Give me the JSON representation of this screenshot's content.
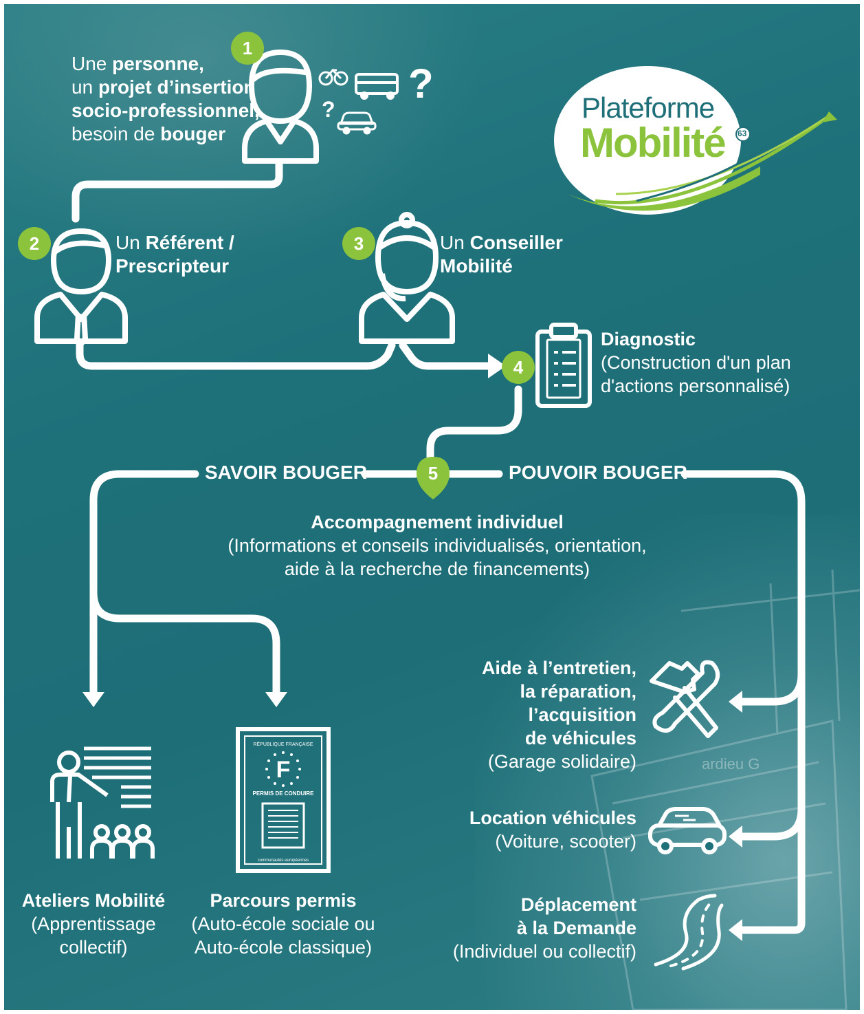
{
  "colors": {
    "background": "#1e7079",
    "badge_green": "#8cc33c",
    "logo_green": "#8cc33c",
    "logo_teal": "#1e6f78",
    "white": "#ffffff"
  },
  "logo": {
    "line1": "Plateforme",
    "line2": "Mobilité",
    "dept": "63"
  },
  "steps": [
    {
      "number": "1",
      "icon": "person-icon",
      "text_parts": [
        {
          "t": "Une ",
          "bold": false
        },
        {
          "t": "personne,",
          "bold": true
        }
      ]
    },
    {
      "number": "2",
      "icon": "referent-icon"
    },
    {
      "number": "3",
      "icon": "advisor-headset-icon"
    },
    {
      "number": "4",
      "icon": "clipboard-icon"
    },
    {
      "number": "5"
    }
  ],
  "step1": {
    "l1a": "Une ",
    "l1b": "personne,",
    "l2a": "un ",
    "l2b": "projet d’insertion",
    "l3": "socio-professionnel,",
    "l4a": "besoin de ",
    "l4b": "bouger",
    "icons": [
      "bicycle-icon",
      "bus-icon",
      "car-icon",
      "question-mark-icon"
    ]
  },
  "step2": {
    "l1a": "Un ",
    "l1b": "Référent /",
    "l2": "Prescripteur"
  },
  "step3": {
    "l1a": "Un ",
    "l1b": "Conseiller",
    "l2": "Mobilité"
  },
  "step4": {
    "title": "Diagnostic",
    "l1": "(Construction d'un plan",
    "l2": "d'actions personnalisé)"
  },
  "branches": {
    "left": "SAVOIR BOUGER",
    "right": "POUVOIR BOUGER"
  },
  "step5": {
    "title": "Accompagnement individuel",
    "l1": "(Informations et conseils individualisés, orientation,",
    "l2": "aide à la recherche de financements)"
  },
  "outcomes_left": [
    {
      "icon": "teacher-presentation-icon",
      "title": "Ateliers Mobilité",
      "l1": "(Apprentissage",
      "l2": "collectif)"
    },
    {
      "icon": "driving-license-icon",
      "title": "Parcours permis",
      "l1": "(Auto-école sociale ou",
      "l2": "Auto-école classique)"
    }
  ],
  "license": {
    "header": "RÉPUBLIQUE FRANÇAISE",
    "letter": "F",
    "label": "PERMIS DE CONDUIRE",
    "footer": "communautés européennes"
  },
  "outcomes_right": [
    {
      "icon": "hammer-wrench-icon",
      "l1": "Aide à l’entretien,",
      "l2": "la réparation,",
      "l3": "l’acquisition",
      "l4": "de véhicules",
      "sub": "(Garage solidaire)"
    },
    {
      "icon": "car-icon",
      "l1": "Location véhicules",
      "sub": "(Voiture, scooter)"
    },
    {
      "icon": "road-icon",
      "l1": "Déplacement",
      "l2": "à la Demande",
      "sub": "(Individuel ou collectif)"
    }
  ],
  "tram_sign": "ardieu G"
}
